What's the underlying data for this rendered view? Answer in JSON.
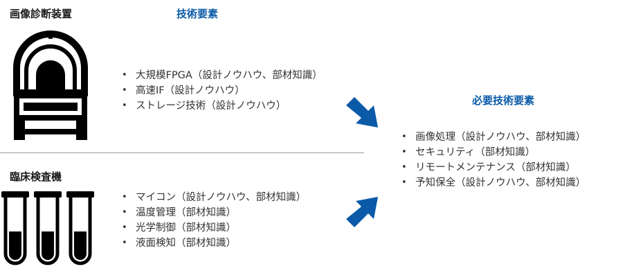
{
  "sections": {
    "imaging": {
      "title": "画像診断装置",
      "items": [
        "大規模FPGA（設計ノウハウ、部材知識）",
        "高速IF（設計ノウハウ）",
        "ストレージ技術（設計ノウハウ）"
      ]
    },
    "lab": {
      "title": "臨床検査機",
      "items": [
        "マイコン（設計ノウハウ、部材知識）",
        "温度管理（部材知識）",
        "光学制御（部材知識）",
        "液面検知（部材知識）"
      ]
    }
  },
  "tech_elements_heading": "技術要素",
  "required": {
    "title": "必要技術要素",
    "items": [
      "画像処理（設計ノウハウ、部材知識）",
      "セキュリティ（部材知識）",
      "リモートメンテナンス（部材知識）",
      "予知保全（設計ノウハウ、部材知識）"
    ]
  },
  "icons": {
    "imaging": "mri-scanner-icon",
    "lab": "test-tubes-icon",
    "arrows": "arrow-icon"
  },
  "colors": {
    "accent": "#0a5aa8",
    "icon": "#000000"
  }
}
